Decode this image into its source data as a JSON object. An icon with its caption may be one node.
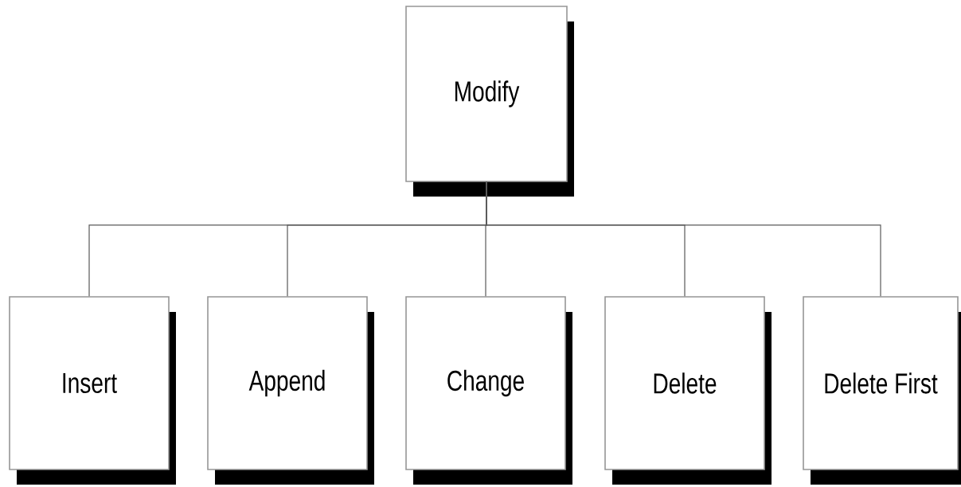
{
  "diagram": {
    "nodes": [
      {
        "text": [
          "Modify"
        ]
      },
      {
        "text": [
          "Insert"
        ]
      },
      {
        "text": [
          "Append"
        ]
      },
      {
        "text": [
          "Change"
        ]
      },
      {
        "text": [
          "Delete"
        ]
      },
      {
        "text": [
          "Delete First"
        ]
      }
    ],
    "edges": [
      {
        "from": 0,
        "to": 1,
        "arrow": "none"
      },
      {
        "from": 0,
        "to": 2,
        "arrow": "none"
      },
      {
        "from": 0,
        "to": 3,
        "arrow": "none"
      },
      {
        "from": 0,
        "to": 4,
        "arrow": "none"
      },
      {
        "from": 0,
        "to": 5,
        "arrow": "none"
      }
    ]
  }
}
